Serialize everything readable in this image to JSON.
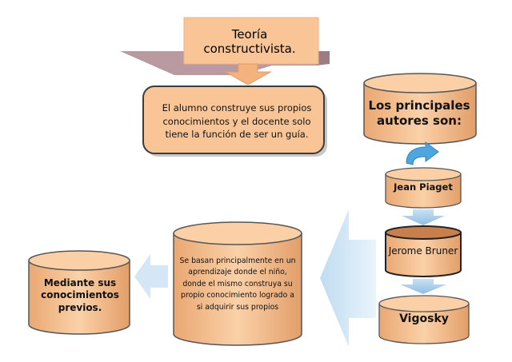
{
  "diagram": {
    "title": "Teoría constructivista.",
    "description": "El alumno construye sus propios conocimientos y el docente solo tiene la función de ser un guía.",
    "authors_heading": "Los principales autores son:",
    "authors": [
      "Jean Piaget",
      "Jerome Bruner",
      "Vigosky"
    ],
    "basis_text": "Se basan principalmente en un aprendizaje donde el niño, donde el mismo construya su propio conocimiento logrado a si adquirir sus propios",
    "prior_knowledge": "Mediante sus conocimientos previos."
  },
  "colors": {
    "box_fill": "#f9c596",
    "box_stroke": "#3c3c3c",
    "arrow_light": "#d9ecf7",
    "arrow_blue": "#9fc6e6",
    "title_shadow": "#b89aa0",
    "curved_arrow": "#4ea6dd"
  }
}
